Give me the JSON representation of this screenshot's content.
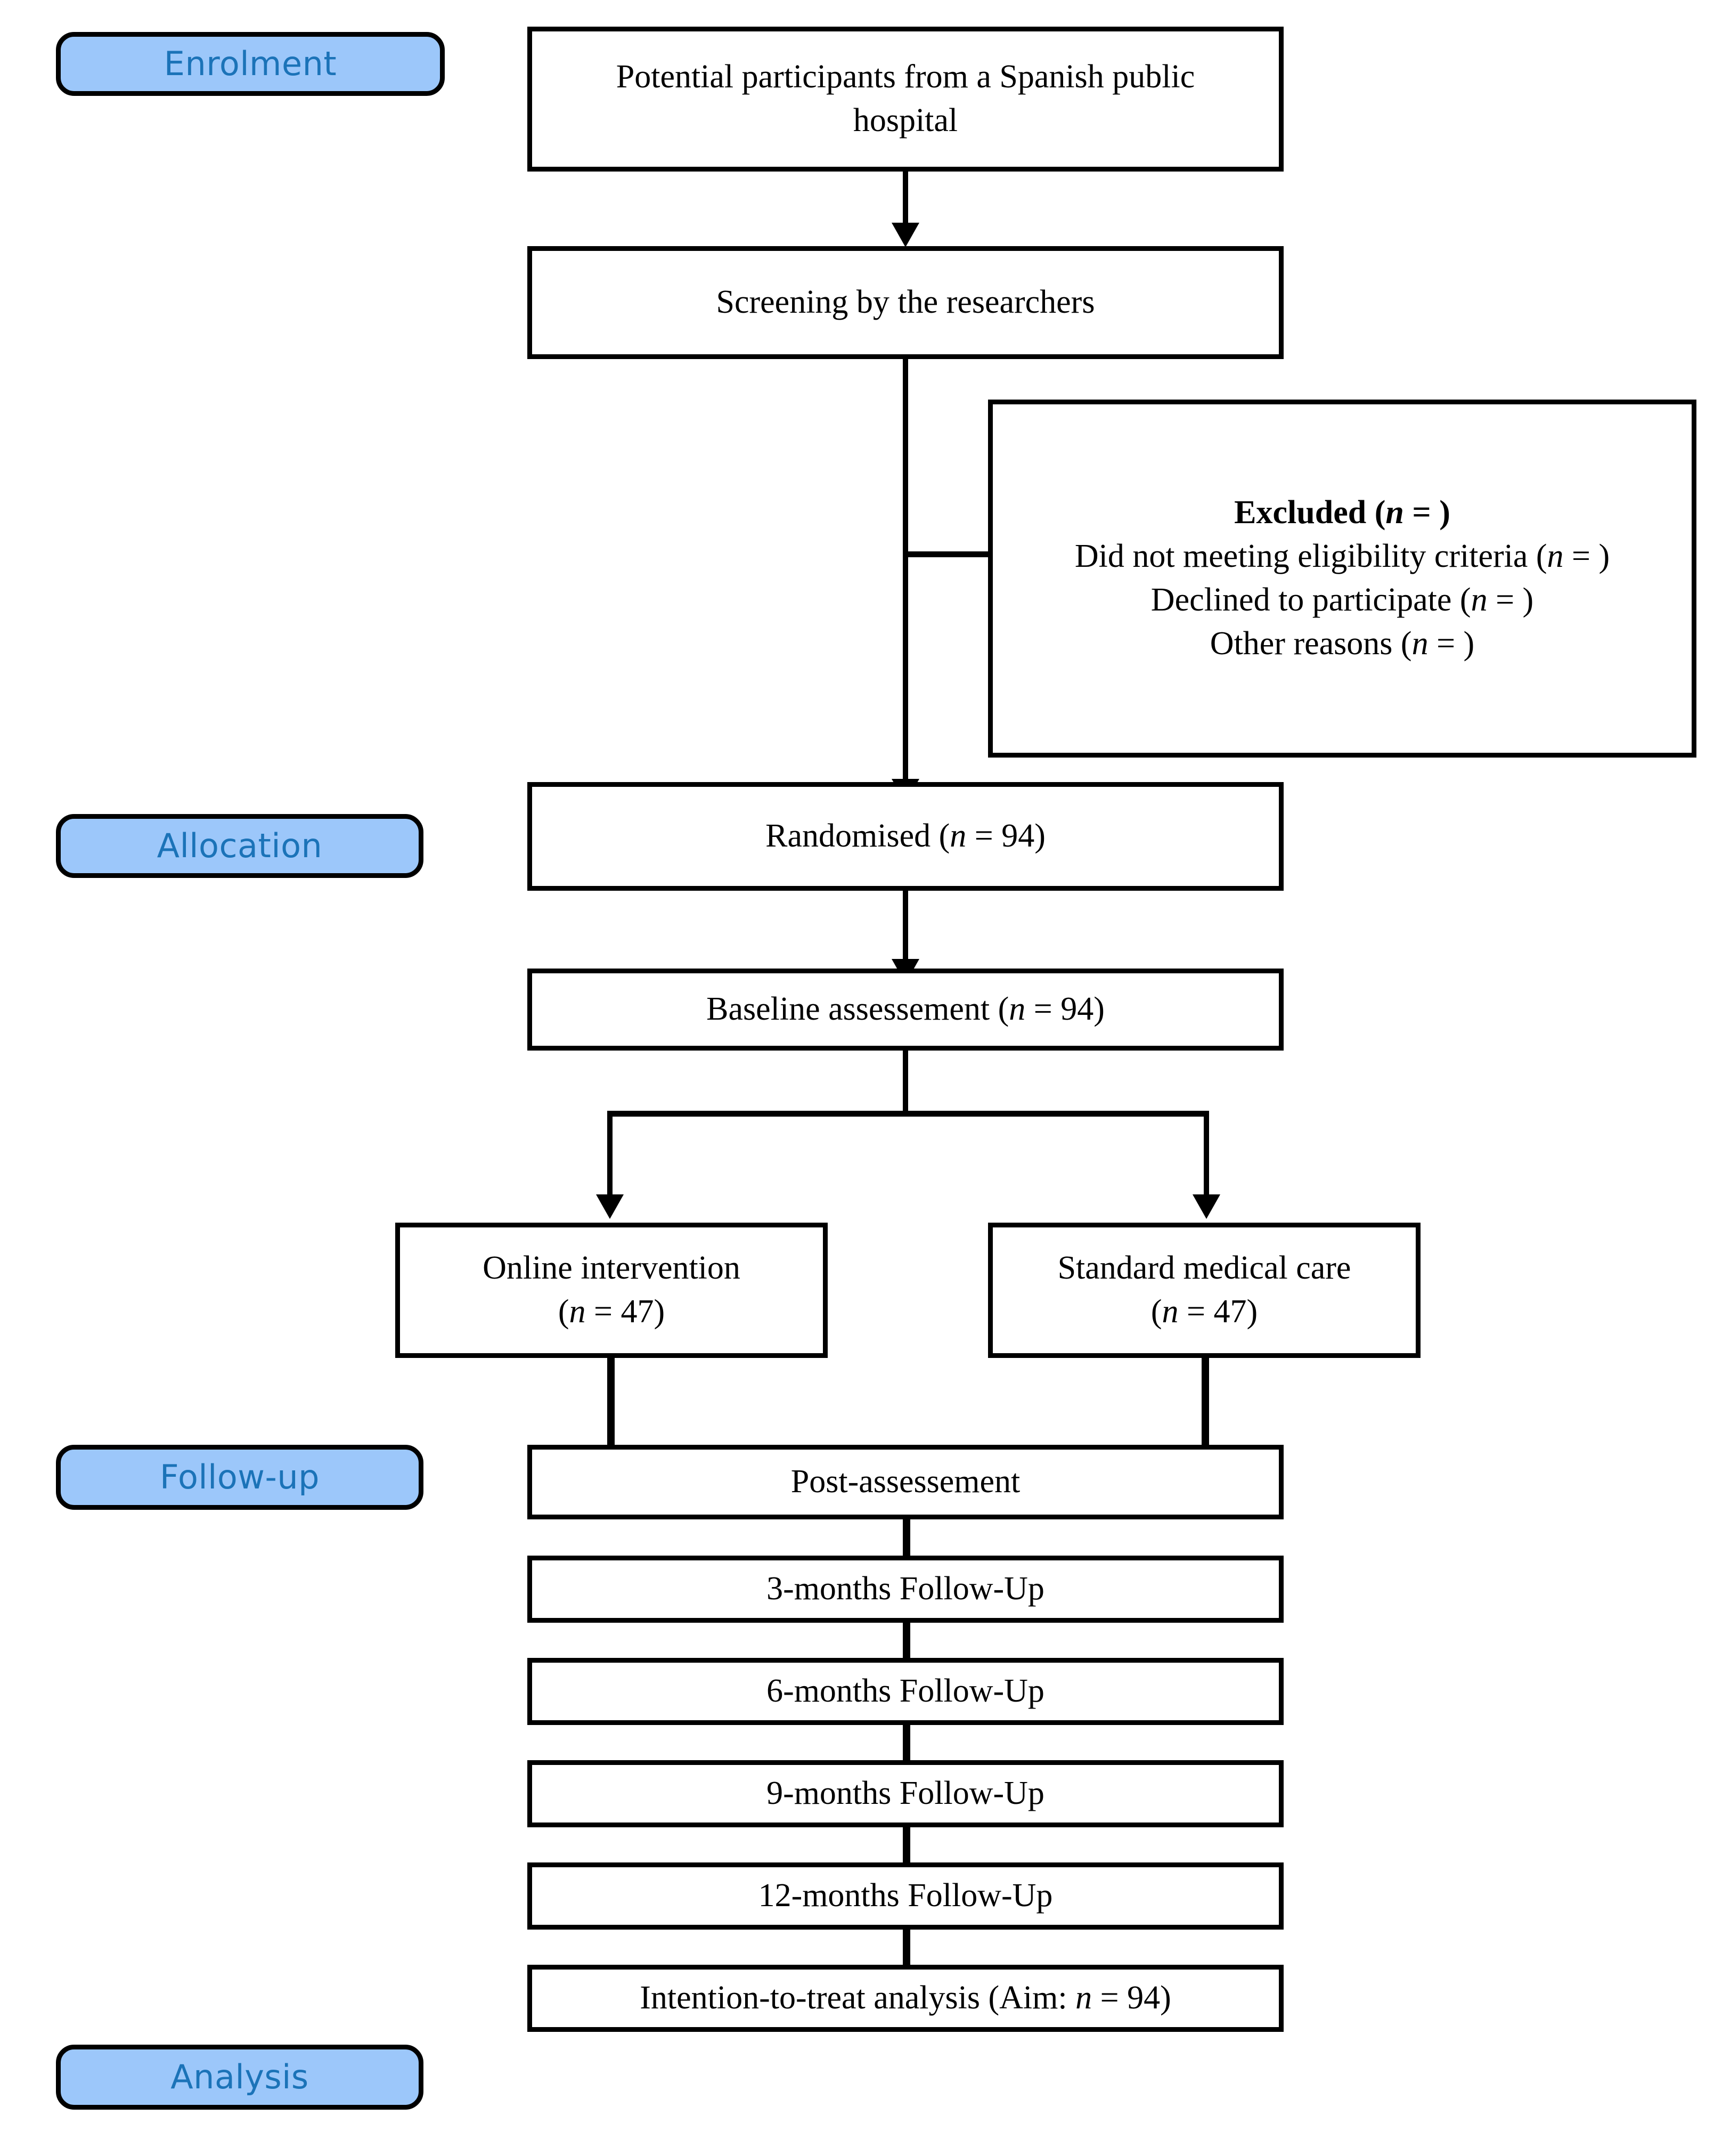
{
  "diagram": {
    "title": "CONSORT participant flow diagram",
    "accent_badge_fill": "#9CC7FA",
    "accent_badge_text": "#1B73B8",
    "line_color": "#000000",
    "box_fill": "#FFFFFF"
  },
  "stages": [
    {
      "id": "enrolment",
      "label": "Enrolment"
    },
    {
      "id": "allocation",
      "label": "Allocation"
    },
    {
      "id": "followup",
      "label": "Follow-up"
    },
    {
      "id": "analysis",
      "label": "Analysis"
    }
  ],
  "nodes": {
    "potential": {
      "line1": "Potential participants from a Spanish public",
      "line2": "hospital"
    },
    "screening": {
      "label": "Screening by the researchers"
    },
    "excluded": {
      "heading_pre": "Excluded (",
      "heading_n": "n",
      "heading_post": " = )",
      "reason1_pre": "Did not meeting eligibility criteria (",
      "reason1_n": "n",
      "reason1_post": " = )",
      "reason2_pre": "Declined to participate (",
      "reason2_n": "n",
      "reason2_post": " = )",
      "reason3_pre": "Other reasons (",
      "reason3_n": "n",
      "reason3_post": " = )"
    },
    "randomised": {
      "pre": "Randomised (",
      "n": "n",
      "post": " = 94)"
    },
    "baseline": {
      "pre": "Baseline assessement (",
      "n": "n",
      "post": " = 94)"
    },
    "arm_intervention": {
      "line1": "Online intervention",
      "n_pre": "(",
      "n": "n",
      "n_post": " = 47)"
    },
    "arm_control": {
      "line1": "Standard medical care",
      "n_pre": "(",
      "n": "n",
      "n_post": " = 47)"
    },
    "post_assessment": {
      "label": "Post-assessement"
    },
    "fu3": {
      "label": "3-months Follow-Up"
    },
    "fu6": {
      "label": "6-months Follow-Up"
    },
    "fu9": {
      "label": "9-months Follow-Up"
    },
    "fu12": {
      "label": "12-months Follow-Up"
    },
    "itt": {
      "pre": "Intention-to-treat analysis (Aim: ",
      "n": "n",
      "post": " = 94)"
    }
  }
}
